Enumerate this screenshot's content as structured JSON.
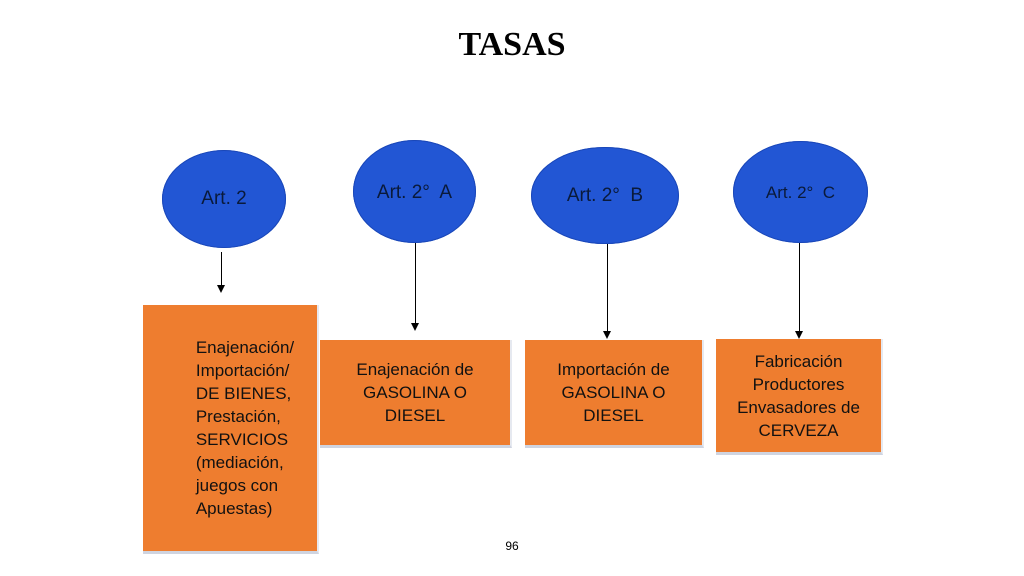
{
  "title": "TASAS",
  "nodes": [
    {
      "label": "Art. 2",
      "box_text": "Enajenación/\nImportación/\nDE BIENES,\nPrestación,\nSERVICIOS\n(mediación,\njuegos con\nApuestas)"
    },
    {
      "label": "Art. 2°  A",
      "box_text": "Enajenación de\nGASOLINA O\nDIESEL"
    },
    {
      "label": "Art. 2°  B",
      "box_text": "Importación de\nGASOLINA O\nDIESEL"
    },
    {
      "label": "Art. 2°  C",
      "box_text": "Fabricación\nProductores\nEnvasadores de\nCERVEZA"
    }
  ],
  "page_number": "96",
  "colors": {
    "ellipse": "#2256d4",
    "box": "#ee7d2f",
    "arrow": "#000000"
  }
}
